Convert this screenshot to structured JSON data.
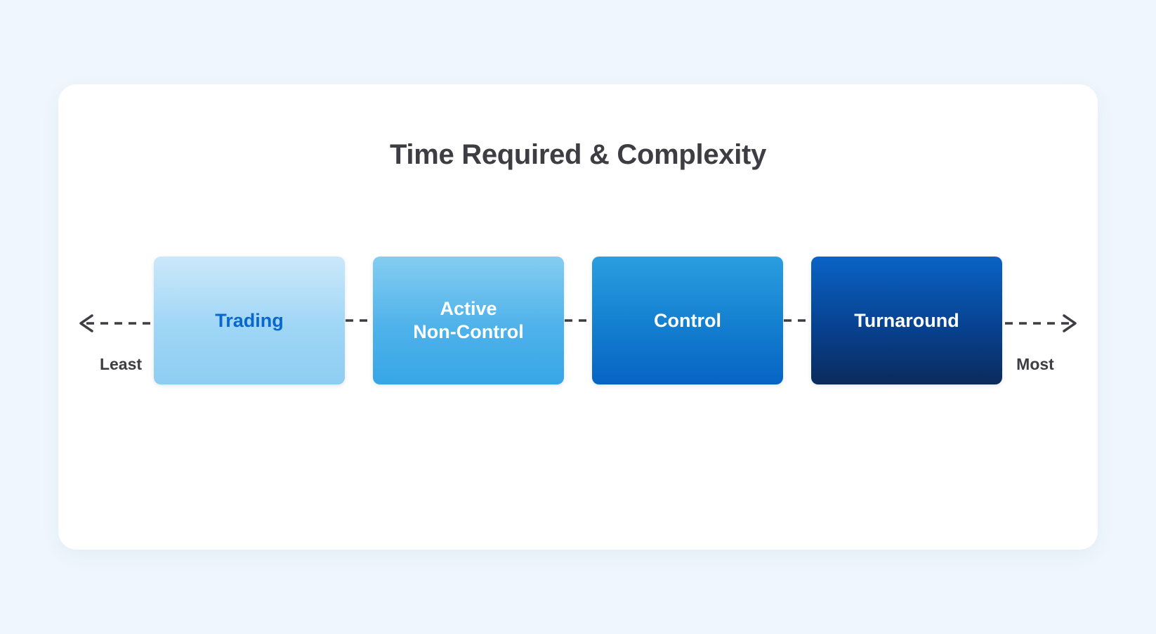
{
  "background_color": "#eff6fd",
  "card": {
    "background_color": "#ffffff",
    "title": "Time Required & Complexity",
    "title_color": "#3d3d43"
  },
  "spectrum": {
    "left_endcap_label": "Least",
    "right_endcap_label": "Most",
    "left_arrow_icon": "arrow-left-dashed-icon",
    "right_arrow_icon": "arrow-right-dashed-icon",
    "connector_icon": "dashed-connector-icon",
    "line_color": "#3d3d43",
    "stages": [
      {
        "label": "Trading",
        "label_line_1": "Trading",
        "label_line_2": "",
        "gradient_top": "#cbe8fa",
        "gradient_bottom": "#8ecdf2",
        "text_color": "#0a67cd"
      },
      {
        "label": "Active Non-Control",
        "label_line_1": "Active",
        "label_line_2": "Non-Control",
        "gradient_top": "#84cdf1",
        "gradient_bottom": "#36a6e6",
        "text_color": "#ffffff"
      },
      {
        "label": "Control",
        "label_line_1": "Control",
        "label_line_2": "",
        "gradient_top": "#2a9ee0",
        "gradient_bottom": "#0764c5",
        "text_color": "#ffffff"
      },
      {
        "label": "Turnaround",
        "label_line_1": "Turnaround",
        "label_line_2": "",
        "gradient_top": "#0a63c5",
        "gradient_bottom": "#0b2b5c",
        "text_color": "#ffffff"
      }
    ]
  }
}
